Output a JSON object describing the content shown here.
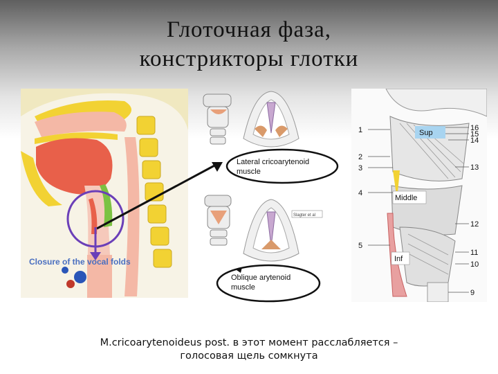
{
  "slide": {
    "title_line1": "Глоточная фаза,",
    "title_line2": "констрикторы глотки",
    "caption_line1": "M.cricoarytenoideus post. в этот момент расслабляется –",
    "caption_line2": "голосовая щель сомкнута"
  },
  "left_figure": {
    "label": "Closure of the vocal folds"
  },
  "middle_figure": {
    "label_lateral_1": "Lateral cricoarytenoid",
    "label_lateral_2": "muscle",
    "label_oblique_1": "Oblique arytenoid",
    "label_oblique_2": "muscle",
    "small_tag": "Slagter et al"
  },
  "right_figure": {
    "label_sup": "Sup",
    "label_middle": "Middle",
    "label_inf": "Inf",
    "left_numbers": [
      "1",
      "2",
      "3",
      "4",
      "5"
    ],
    "right_numbers": [
      "16",
      "15",
      "14",
      "13",
      "12",
      "11",
      "10",
      "9"
    ]
  },
  "colors": {
    "tongue": "#e8604a",
    "bone_yellow": "#f2d233",
    "highlight_circle": "#6b3fb8",
    "label_blue": "#4a6fc0",
    "muscle_pink": "#e8a0a0",
    "label_box": "#a8d4f0"
  }
}
